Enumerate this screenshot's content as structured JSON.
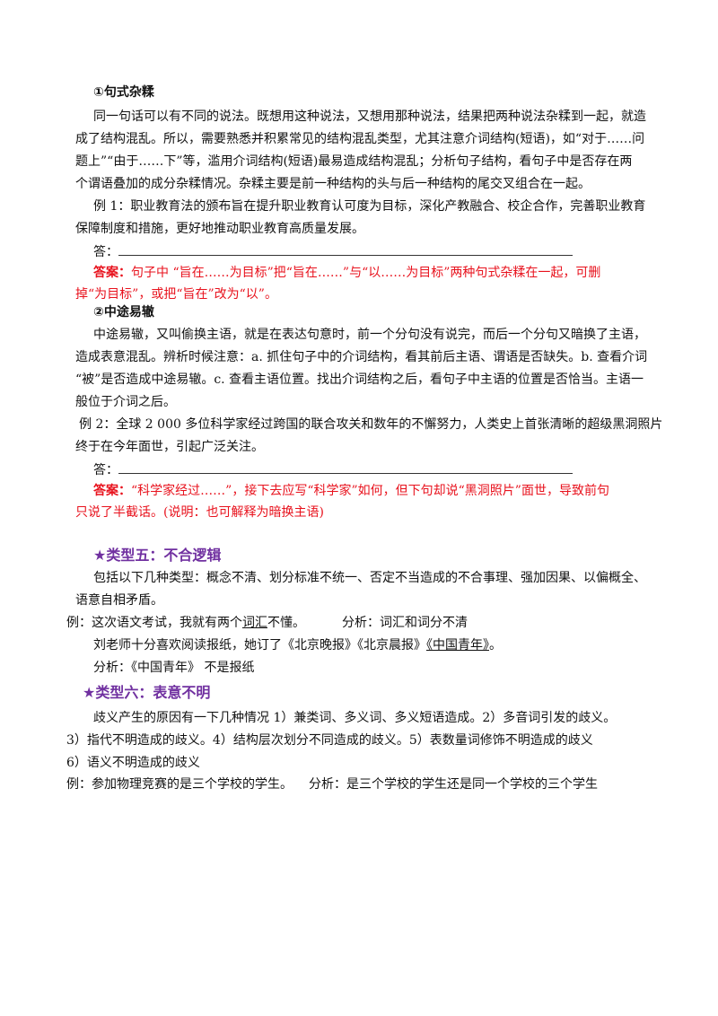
{
  "section1": {
    "title": "①句式杂糅",
    "lines": [
      "同一句话可以有不同的说法。既想用这种说法，又想用那种说法，结果把两种说法杂糅到一起，就造",
      "成了结构混乱。所以，需要熟悉并积累常见的结构混乱类型，尤其注意介词结构(短语)，如“对于……问",
      "题上”“由于……下”等，滥用介词结构(短语)最易造成结构混乱；分析句子结构，看句子中是否存在两",
      "个谓语叠加的成分杂糅情况。杂糅主要是前一种结构的头与后一种结构的尾交叉组合在一起。"
    ],
    "example_lines": [
      "例 1：职业教育法的颁布旨在提升职业教育认可度为目标，深化产教融合、校企合作，完善职业教育",
      "保障制度和措施，更好地推动职业教育高质量发展。"
    ],
    "answer_prompt": "答：",
    "answer_label": "答案：",
    "answer_lines": [
      "句子中 “旨在……为目标”把“旨在……”与“以……为目标”两种句式杂糅在一起，可删",
      "掉“为目标”，或把“旨在”改为“以”。"
    ]
  },
  "section2": {
    "title": "②中途易辙",
    "lines": [
      "中途易辙，又叫偷换主语，就是在表达句意时，前一个分句没有说完，而后一个分句又暗换了主语，",
      "造成表意混乱。辨析时候注意：a. 抓住句子中的介词结构，看其前后主语、谓语是否缺失。b. 查看介词",
      "“被”是否造成中途易辙。c. 查看主语位置。找出介词结构之后，看句子中主语的位置是否恰当。主语一",
      "般位于介词之后。"
    ],
    "example_lines": [
      "例 2：全球 2 000 多位科学家经过跨国的联合攻关和数年的不懈努力，人类史上首张清晰的超级黑洞照片",
      "终于在今年面世，引起广泛关注。"
    ],
    "answer_prompt": "答：",
    "answer_label": "答案：",
    "answer_lines": [
      "“科学家经过……”，接下去应写“科学家”如何，但下句却说“黑洞照片”面世，导致前句",
      "只说了半截话。(说明：也可解释为暗换主语)"
    ]
  },
  "type5": {
    "star": "★",
    "title": "类型五：不合逻辑",
    "lines": [
      "包括以下几种类型：概念不清、划分标准不统一、否定不当造成的不合事理、强加因果、以偏概全、",
      "语意自相矛盾。"
    ],
    "ex1_prefix": "例：这次语文考试，我就有两个",
    "ex1_underlined": "词汇",
    "ex1_suffix": "不懂。",
    "ex1_analysis": "分析：词汇和词分不清",
    "ex2_prefix": "刘老师十分喜欢阅读报纸，她订了《北京晚报》《北京晨报》",
    "ex2_underlined": "《中国青年》",
    "ex2_suffix": "。",
    "ex2_analysis": "分析：《中国青年》 不是报纸"
  },
  "type6": {
    "star": "★",
    "title": "类型六：表意不明",
    "lines": [
      "歧义产生的原因有一下几种情况 1）兼类词、多义词、多义短语造成。2）多音词引发的歧义。",
      "3）指代不明造成的歧义。4）结构层次划分不同造成的歧义。5）表数量词修饰不明造成的歧义",
      "6）语义不明造成的歧义"
    ],
    "example": "例：参加物理竞赛的是三个学校的学生。",
    "analysis": "分析：是三个学校的学生还是同一个学校的三个学生"
  }
}
